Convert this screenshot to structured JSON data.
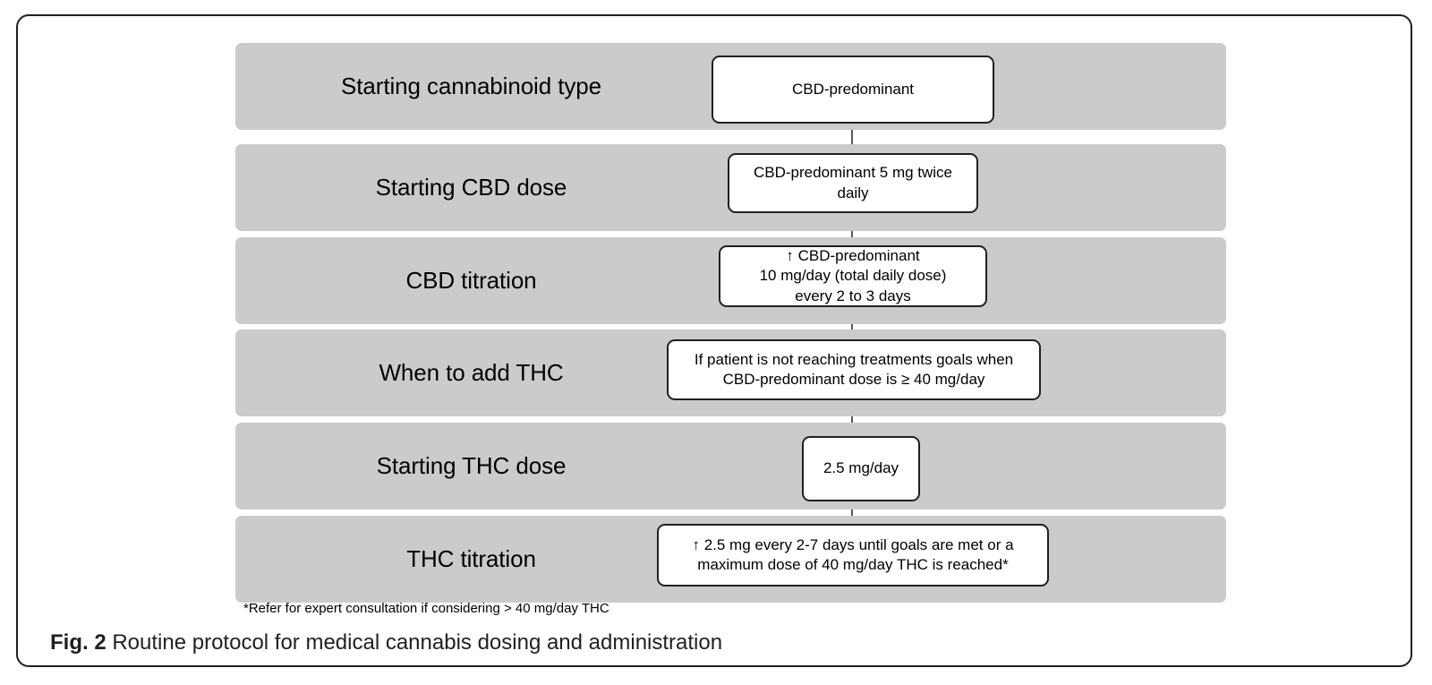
{
  "figure": {
    "caption_label": "Fig. 2",
    "caption_text": "Routine protocol for medical cannabis dosing and administration",
    "footnote": "*Refer for expert consultation if considering > 40 mg/day THC",
    "colors": {
      "band_gray": "#cbcbcb",
      "box_border": "#231f20",
      "connector": "#595959",
      "frame_border": "#231f20",
      "background": "#ffffff"
    }
  },
  "flow": {
    "rows": [
      {
        "label": "Starting cannabinoid type",
        "node_text": "CBD-predominant"
      },
      {
        "label": "Starting CBD dose",
        "node_text": "CBD-predominant 5 mg twice daily"
      },
      {
        "label": "CBD titration",
        "node_text": "↑ CBD-predominant\n10 mg/day (total daily dose)\nevery 2 to 3 days"
      },
      {
        "label": "When to add THC",
        "node_text": "If patient is not reaching treatments goals when CBD-predominant dose is ≥ 40 mg/day"
      },
      {
        "label": "Starting THC dose",
        "node_text": "2.5 mg/day"
      },
      {
        "label": "THC titration",
        "node_text": "↑ 2.5 mg every 2-7 days until goals are met or a maximum dose of 40 mg/day THC is reached*"
      }
    ]
  }
}
